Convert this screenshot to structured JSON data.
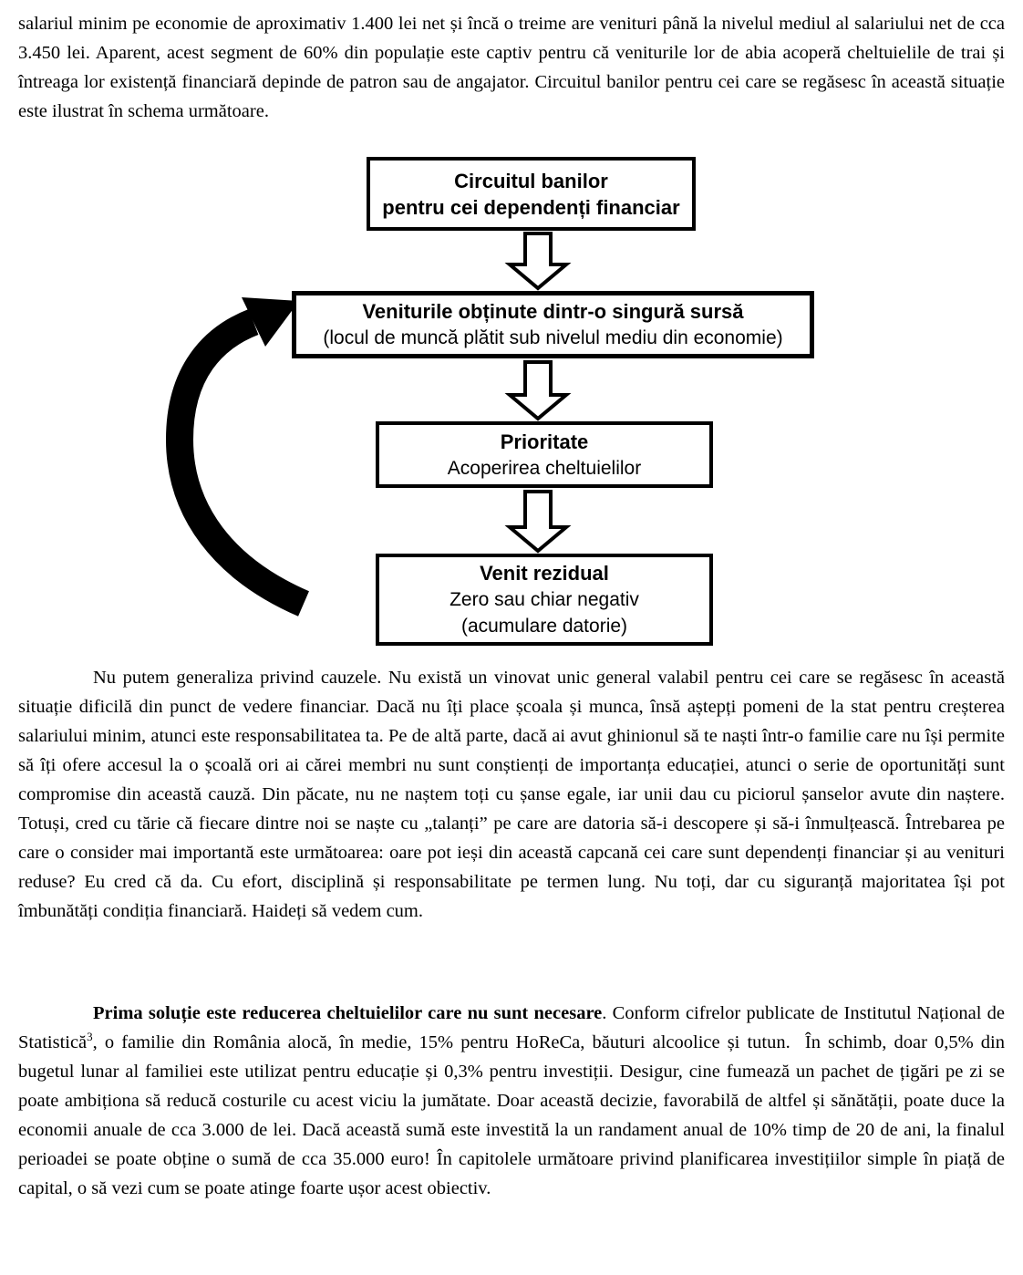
{
  "document": {
    "language": "ro",
    "paragraphs": {
      "p1": "salariul minim pe economie de aproximativ 1.400 lei net și încă o treime are venituri până la nivelul mediul al salariului net de cca 3.450 lei. Aparent, acest segment de 60% din populație este captiv pentru că veniturile lor de abia acoperă cheltuielile de trai și întreaga lor existență financiară depinde de patron sau de angajator. Circuitul banilor pentru cei care se regăsesc în această situație este ilustrat în schema următoare.",
      "p2": "Nu putem generaliza privind cauzele. Nu există un vinovat unic general valabil pentru cei care se regăsesc în această situație dificilă din punct de vedere financiar. Dacă nu îți place școala și munca, însă aștepți pomeni de la stat pentru creșterea salariului minim, atunci este responsabilitatea ta. Pe de altă parte, dacă ai avut ghinionul să te naști într-o familie care nu își permite să îți ofere accesul la o școală ori ai cărei membri nu sunt conștienți de importanța educației, atunci o serie de oportunități sunt compromise din această cauză. Din păcate, nu ne naștem toți cu șanse egale, iar unii dau cu piciorul șanselor avute din naștere. Totuși, cred cu tărie că fiecare dintre noi se naște cu „talanți” pe care are datoria să-i descopere și să-i înmulțească. Întrebarea pe care o consider mai importantă este următoarea: oare pot ieși din această capcană cei care sunt dependenți financiar și au venituri reduse? Eu cred că da. Cu efort, disciplină și responsabilitate pe termen lung. Nu toți, dar cu siguranță majoritatea își pot îmbunătăți condiția financiară. Haideți să vedem cum.",
      "p3_bold": "Prima soluție este reducerea cheltuielilor care nu sunt necesare",
      "p3_mid": ". Conform cifrelor publicate de Institutul Național de Statistică",
      "p3_sup": "3",
      "p3_rest": ", o familie din România alocă, în medie, 15% pentru HoReCa, băuturi alcoolice și tutun.  În schimb, doar 0,5% din bugetul lunar al familiei este utilizat pentru educație și 0,3% pentru investiții. Desigur, cine fumează un pachet de țigări pe zi se poate ambiționa să reducă costurile cu acest viciu la jumătate. Doar această decizie, favorabilă de altfel și sănătății, poate duce la economii anuale de cca 3.000 de lei. Dacă această sumă este investită la un randament anual de 10% timp de 20 de ani, la finalul perioadei se poate obține o sumă de cca 35.000 euro! În capitolele următoare privind planificarea investițiilor simple în piață de capital, o să vezi cum se poate atinge foarte ușor acest obiectiv."
    }
  },
  "diagram": {
    "box1": {
      "title_line1": "Circuitul banilor",
      "title_line2": "pentru cei dependenți financiar"
    },
    "box2": {
      "title": "Veniturile obținute dintr-o singură sursă",
      "subtitle": "(locul de muncă plătit sub nivelul mediu din economie)"
    },
    "box3": {
      "title": "Prioritate",
      "subtitle": "Acoperirea cheltuielilor"
    },
    "box4": {
      "title": "Venit rezidual",
      "line2": "Zero sau chiar negativ",
      "line3": "(acumulare datorie)"
    }
  },
  "colors": {
    "text": "#000000",
    "background": "#ffffff",
    "box_border": "#000000",
    "down_arrow_fill": "#ffffff",
    "down_arrow_outline": "#000000",
    "curved_arrow": "#000000"
  }
}
